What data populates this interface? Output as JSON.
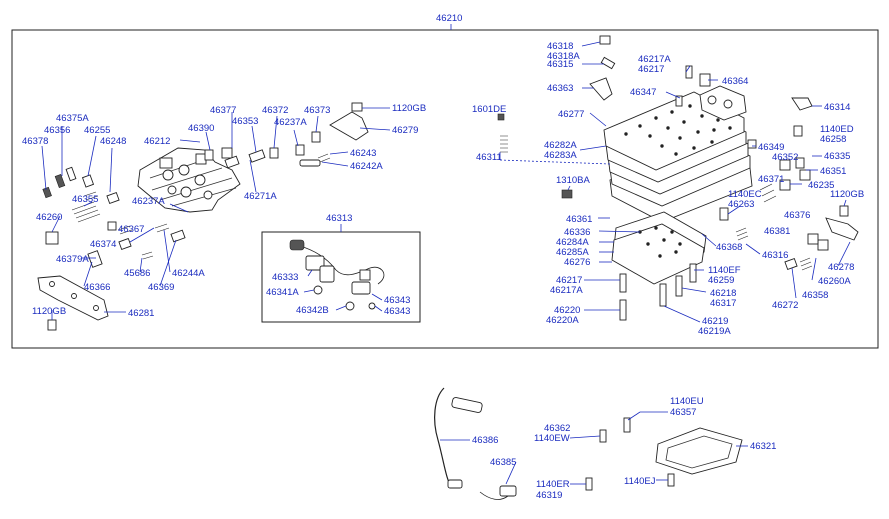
{
  "diagram": {
    "assembly_number": "46210",
    "inset_number": "46313",
    "labels": [
      {
        "id": "l46318",
        "text": "46318"
      },
      {
        "id": "l46318A",
        "text": "46318A"
      },
      {
        "id": "l46315",
        "text": "46315"
      },
      {
        "id": "l46217A_t",
        "text": "46217A"
      },
      {
        "id": "l46217_t",
        "text": "46217"
      },
      {
        "id": "l46364",
        "text": "46364"
      },
      {
        "id": "l46363",
        "text": "46363"
      },
      {
        "id": "l46347",
        "text": "46347"
      },
      {
        "id": "l46314",
        "text": "46314"
      },
      {
        "id": "l1601DE",
        "text": "1601DE"
      },
      {
        "id": "l46277",
        "text": "46277"
      },
      {
        "id": "l1140ED",
        "text": "1140ED"
      },
      {
        "id": "l46258",
        "text": "46258"
      },
      {
        "id": "l46282A",
        "text": "46282A"
      },
      {
        "id": "l46283A",
        "text": "46283A"
      },
      {
        "id": "l46349",
        "text": "46349"
      },
      {
        "id": "l46311",
        "text": "46311"
      },
      {
        "id": "l46352",
        "text": "46352"
      },
      {
        "id": "l46335",
        "text": "46335"
      },
      {
        "id": "l46351",
        "text": "46351"
      },
      {
        "id": "l46371",
        "text": "46371"
      },
      {
        "id": "l46235",
        "text": "46235"
      },
      {
        "id": "l1310BA",
        "text": "1310BA"
      },
      {
        "id": "l1140EC",
        "text": "1140EC"
      },
      {
        "id": "l46263",
        "text": "46263"
      },
      {
        "id": "l1120GB_r",
        "text": "1120GB"
      },
      {
        "id": "l46361",
        "text": "46361"
      },
      {
        "id": "l46376",
        "text": "46376"
      },
      {
        "id": "l46336",
        "text": "46336"
      },
      {
        "id": "l46284A",
        "text": "46284A"
      },
      {
        "id": "l46285A",
        "text": "46285A"
      },
      {
        "id": "l46276",
        "text": "46276"
      },
      {
        "id": "l46381",
        "text": "46381"
      },
      {
        "id": "l46368",
        "text": "46368"
      },
      {
        "id": "l46316",
        "text": "46316"
      },
      {
        "id": "l46278",
        "text": "46278"
      },
      {
        "id": "l1140EF",
        "text": "1140EF"
      },
      {
        "id": "l46259",
        "text": "46259"
      },
      {
        "id": "l46217_b",
        "text": "46217"
      },
      {
        "id": "l46217A_b",
        "text": "46217A"
      },
      {
        "id": "l46218",
        "text": "46218"
      },
      {
        "id": "l46317",
        "text": "46317"
      },
      {
        "id": "l46260A",
        "text": "46260A"
      },
      {
        "id": "l46358",
        "text": "46358"
      },
      {
        "id": "l46272",
        "text": "46272"
      },
      {
        "id": "l46220",
        "text": "46220"
      },
      {
        "id": "l46220A",
        "text": "46220A"
      },
      {
        "id": "l46219",
        "text": "46219"
      },
      {
        "id": "l46219A",
        "text": "46219A"
      },
      {
        "id": "l1120GB_t",
        "text": "1120GB"
      },
      {
        "id": "l46279",
        "text": "46279"
      },
      {
        "id": "l46377",
        "text": "46377"
      },
      {
        "id": "l46372",
        "text": "46372"
      },
      {
        "id": "l46373",
        "text": "46373"
      },
      {
        "id": "l46353",
        "text": "46353"
      },
      {
        "id": "l46237A_t",
        "text": "46237A"
      },
      {
        "id": "l46375A",
        "text": "46375A"
      },
      {
        "id": "l46356",
        "text": "46356"
      },
      {
        "id": "l46255",
        "text": "46255"
      },
      {
        "id": "l46390",
        "text": "46390"
      },
      {
        "id": "l46378",
        "text": "46378"
      },
      {
        "id": "l46248",
        "text": "46248"
      },
      {
        "id": "l46212",
        "text": "46212"
      },
      {
        "id": "l46243",
        "text": "46243"
      },
      {
        "id": "l46242A",
        "text": "46242A"
      },
      {
        "id": "l46271A",
        "text": "46271A"
      },
      {
        "id": "l46355",
        "text": "46355"
      },
      {
        "id": "l46237A_m",
        "text": "46237A"
      },
      {
        "id": "l46260",
        "text": "46260"
      },
      {
        "id": "l46367",
        "text": "46367"
      },
      {
        "id": "l46374",
        "text": "46374"
      },
      {
        "id": "l46379A",
        "text": "46379A"
      },
      {
        "id": "l45686",
        "text": "45686"
      },
      {
        "id": "l46244A",
        "text": "46244A"
      },
      {
        "id": "l46366",
        "text": "46366"
      },
      {
        "id": "l46369",
        "text": "46369"
      },
      {
        "id": "l1120GB_l",
        "text": "1120GB"
      },
      {
        "id": "l46281",
        "text": "46281"
      },
      {
        "id": "l46333",
        "text": "46333"
      },
      {
        "id": "l46341A",
        "text": "46341A"
      },
      {
        "id": "l46343a",
        "text": "46343"
      },
      {
        "id": "l46342B",
        "text": "46342B"
      },
      {
        "id": "l46343b",
        "text": "46343"
      },
      {
        "id": "l46386",
        "text": "46386"
      },
      {
        "id": "l46385",
        "text": "46385"
      },
      {
        "id": "l46362",
        "text": "46362"
      },
      {
        "id": "l1140EW",
        "text": "1140EW"
      },
      {
        "id": "l1140EU",
        "text": "1140EU"
      },
      {
        "id": "l46357",
        "text": "46357"
      },
      {
        "id": "l46321",
        "text": "46321"
      },
      {
        "id": "l1140ER",
        "text": "1140ER"
      },
      {
        "id": "l46319",
        "text": "46319"
      },
      {
        "id": "l1140EJ",
        "text": "1140EJ"
      }
    ]
  }
}
